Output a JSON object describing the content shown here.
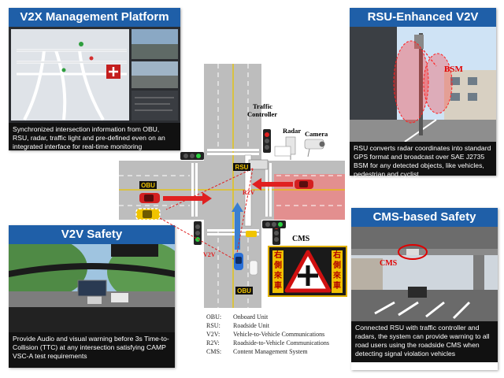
{
  "panels": {
    "mgmt": {
      "title": "V2X Management Platform",
      "caption": "Synchronized intersection information from OBU, RSU, radar, traffic light and pre-defined even on an integrated interface for real-time monitoring"
    },
    "rsu": {
      "title": "RSU-Enhanced V2V",
      "photo_label": "BSM",
      "caption": "RSU converts radar coordinates into standard GPS format and broadcast over SAE J2735 BSM for any detected objects, like vehicles, pedestrian and cyclist"
    },
    "v2v": {
      "title": "V2V Safety",
      "caption": "Provide Audio and visual warning before 3s Time-to-Collision (TTC) at any intersection satisfying CAMP VSC-A test requirements"
    },
    "cms": {
      "title": "CMS-based Safety",
      "photo_label": "CMS",
      "caption": "Connected RSU with traffic controller and radars,  the system can provide warning to all road users using the roadside CMS when detecting signal violation vehicles"
    }
  },
  "diagram": {
    "traffic_controller": "Traffic Controller",
    "radar": "Radar",
    "camera": "Camera",
    "rsu": "RSU",
    "obu_top": "OBU",
    "obu_bottom": "OBU",
    "r2v": "R2V",
    "v2v": "V2V",
    "cms": "CMS",
    "cms_left": "右側來車",
    "cms_right": "右側來車"
  },
  "legend": [
    {
      "abbr": "OBU:",
      "text": "Onboard Unit"
    },
    {
      "abbr": "RSU:",
      "text": "Roadside Unit"
    },
    {
      "abbr": "V2V:",
      "text": "Vehicle-to-Vehicle Communications"
    },
    {
      "abbr": "R2V:",
      "text": "Roadside-to-Vehicle Communications"
    },
    {
      "abbr": "CMS:",
      "text": "Content Management System"
    }
  ],
  "colors": {
    "panel_title_bg": "#1f5fa8",
    "caption_bg": "#111111",
    "road": "#bdbdbd",
    "danger_zone": "#f08080",
    "arrow_red": "#e02020",
    "arrow_blue": "#3a7fd0",
    "car_red": "#d42020",
    "car_yellow": "#f0c400",
    "car_blue": "#2a6fd6"
  }
}
